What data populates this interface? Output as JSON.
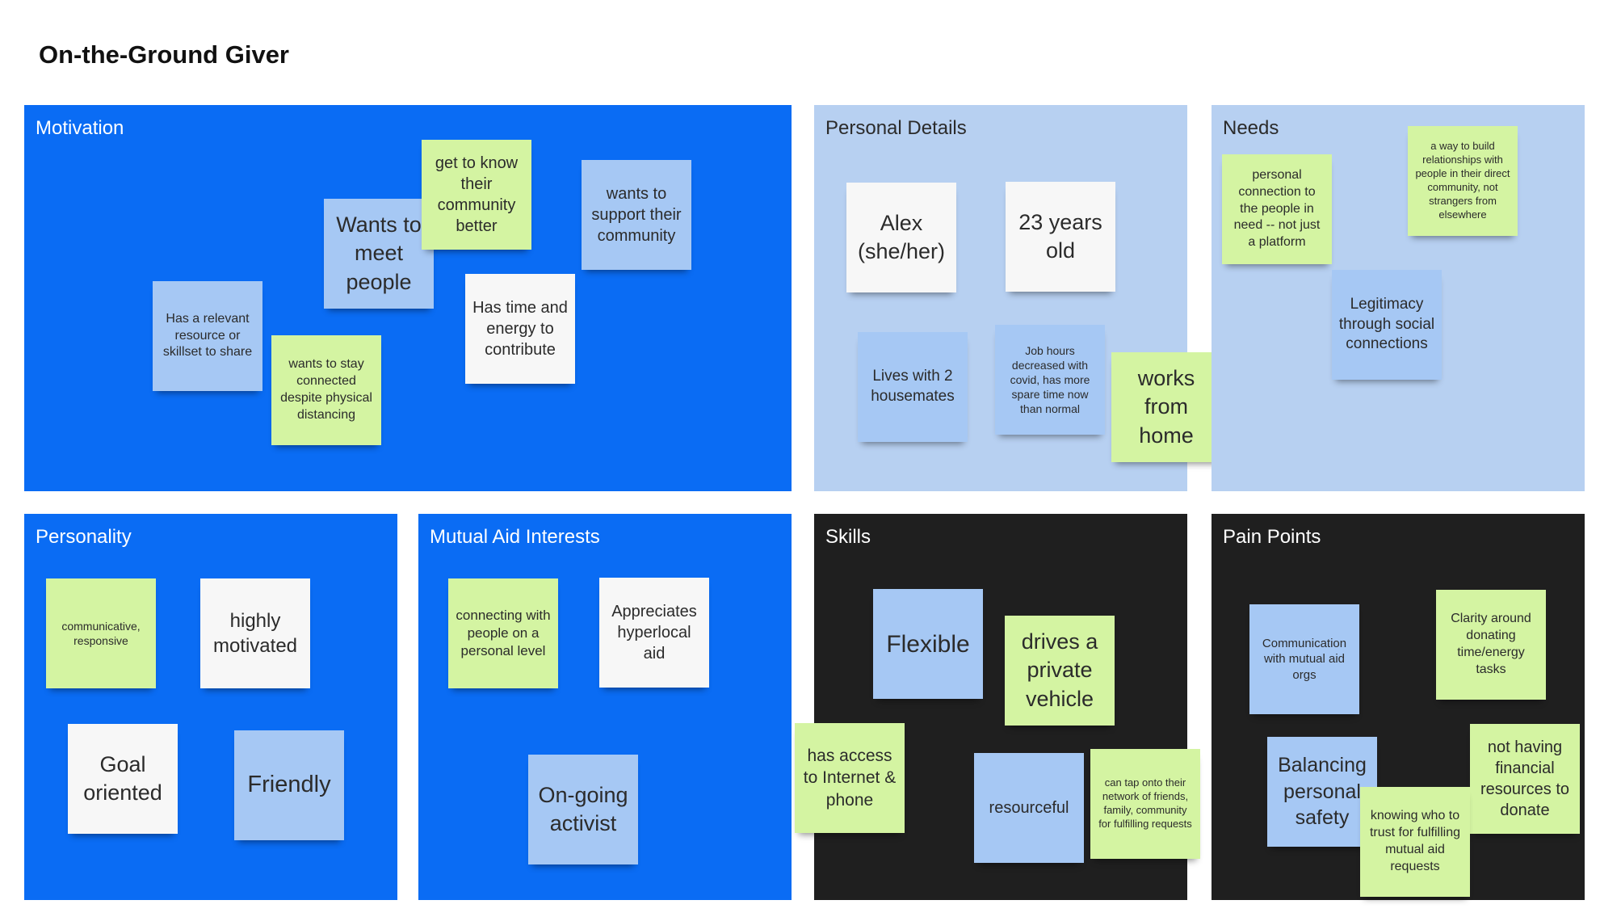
{
  "board_title": "On-the-Ground Giver",
  "panels": {
    "motivation": {
      "title": "Motivation",
      "notes": [
        "Has a relevant resource or skillset to share",
        "wants to stay connected despite physical distancing",
        "Wants to meet people",
        "get to know their community better",
        "Has time and energy to contribute",
        "wants to support their community"
      ]
    },
    "personal_details": {
      "title": "Personal Details",
      "notes": [
        "Alex (she/her)",
        "23 years old",
        "Lives with 2 housemates",
        "Job hours decreased with covid, has more spare time now than normal",
        "works from home"
      ]
    },
    "needs": {
      "title": "Needs",
      "notes": [
        "personal connection to the people in need -- not just a platform",
        "a way to build relationships with people in their direct community, not strangers from elsewhere",
        "Legitimacy through social connections"
      ]
    },
    "personality": {
      "title": "Personality",
      "notes": [
        "communicative, responsive",
        "highly motivated",
        "Goal oriented",
        "Friendly"
      ]
    },
    "mutual_aid": {
      "title": "Mutual Aid Interests",
      "notes": [
        "connecting with people on a personal level",
        "Appreciates hyperlocal aid",
        "On-going activist"
      ]
    },
    "skills": {
      "title": "Skills",
      "notes": [
        "Flexible",
        "drives a private vehicle",
        "has access to Internet & phone",
        "resourceful",
        "can tap onto their network of friends, family, community for fulfilling requests"
      ]
    },
    "pain_points": {
      "title": "Pain Points",
      "notes": [
        "Communication with mutual aid orgs",
        "Clarity around donating time/energy tasks",
        "Balancing personal safety",
        "not having financial resources to donate",
        "knowing who to trust for fulfilling mutual aid requests"
      ]
    }
  }
}
